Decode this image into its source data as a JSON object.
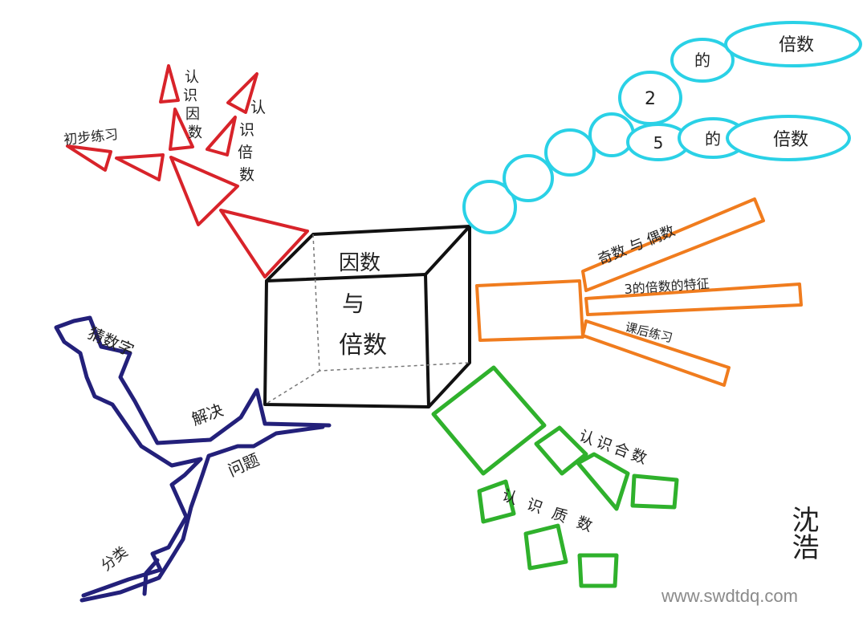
{
  "center": {
    "line1": "因数",
    "line2": "与",
    "line3": "倍数"
  },
  "branches": {
    "red": {
      "color": "#d8232a",
      "labels": {
        "factor": "认识因数",
        "multiple": "认识倍数",
        "practice": "初步练习"
      }
    },
    "cyan": {
      "color": "#2ad1e6",
      "two_mult": [
        "2",
        "的",
        "倍数"
      ],
      "five_mult": [
        "5",
        "的",
        "倍数"
      ]
    },
    "orange": {
      "color": "#f07c1e",
      "items": [
        "奇数 与 偶数",
        "3的倍数的特征",
        "课后练习"
      ]
    },
    "green": {
      "color": "#2fb12c",
      "composite": "认识合数",
      "prime": "认识质数"
    },
    "blue": {
      "color": "#23207a",
      "solve_1": "解决",
      "solve_2": "问题",
      "guess": "猜数字",
      "bottom": "分类"
    }
  },
  "author": "沈浩",
  "watermark": "www.swdtdq.com"
}
